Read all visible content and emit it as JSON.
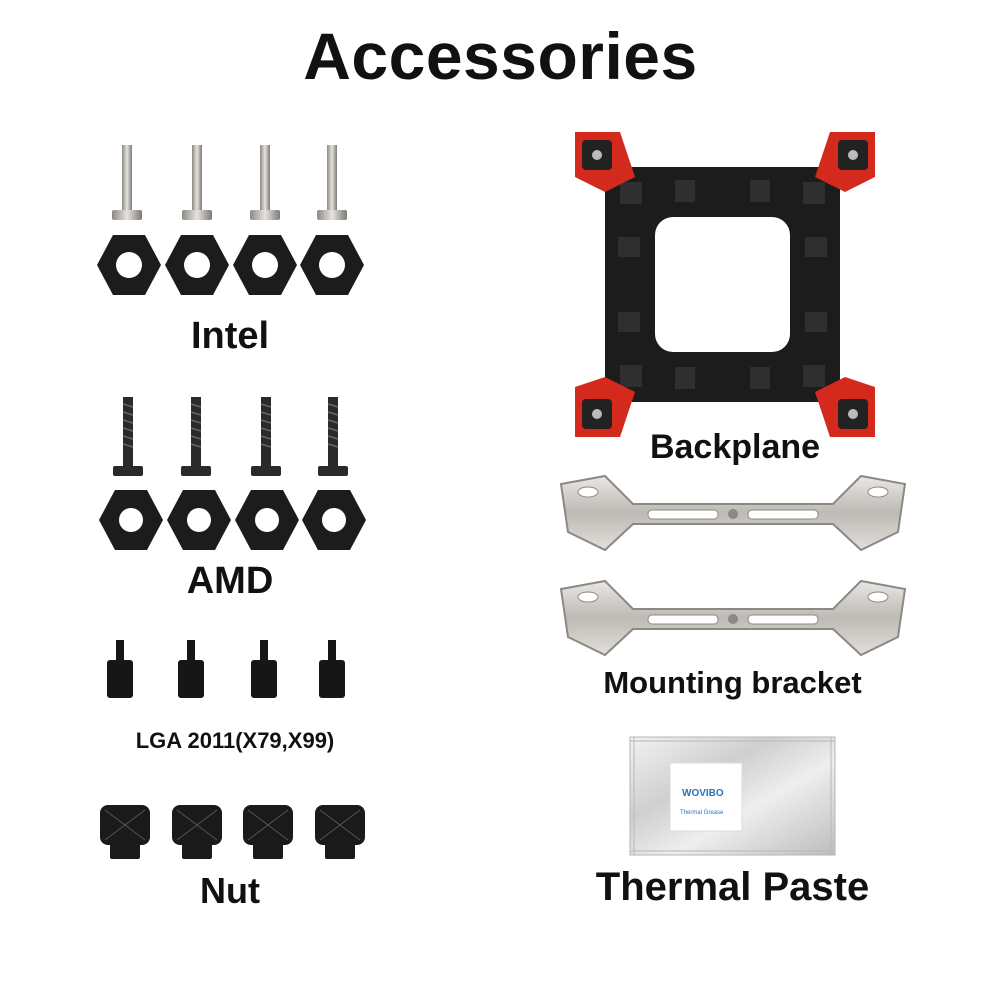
{
  "title": "Accessories",
  "left_groups": {
    "intel_label": "Intel",
    "amd_label": "AMD",
    "lga_label": "LGA 2011(X79,X99)",
    "nut_label": "Nut"
  },
  "right_groups": {
    "backplane_label": "Backplane",
    "mounting_label": "Mounting bracket",
    "paste_label": "Thermal Paste",
    "packet_brand": "WOVIBO",
    "packet_subtitle": "Thermal Grease"
  },
  "colors": {
    "accent_red": "#d42a1e",
    "black_part": "#1c1c1c",
    "metal": "#c9c6c2",
    "packet_blue": "#2a73b8"
  }
}
